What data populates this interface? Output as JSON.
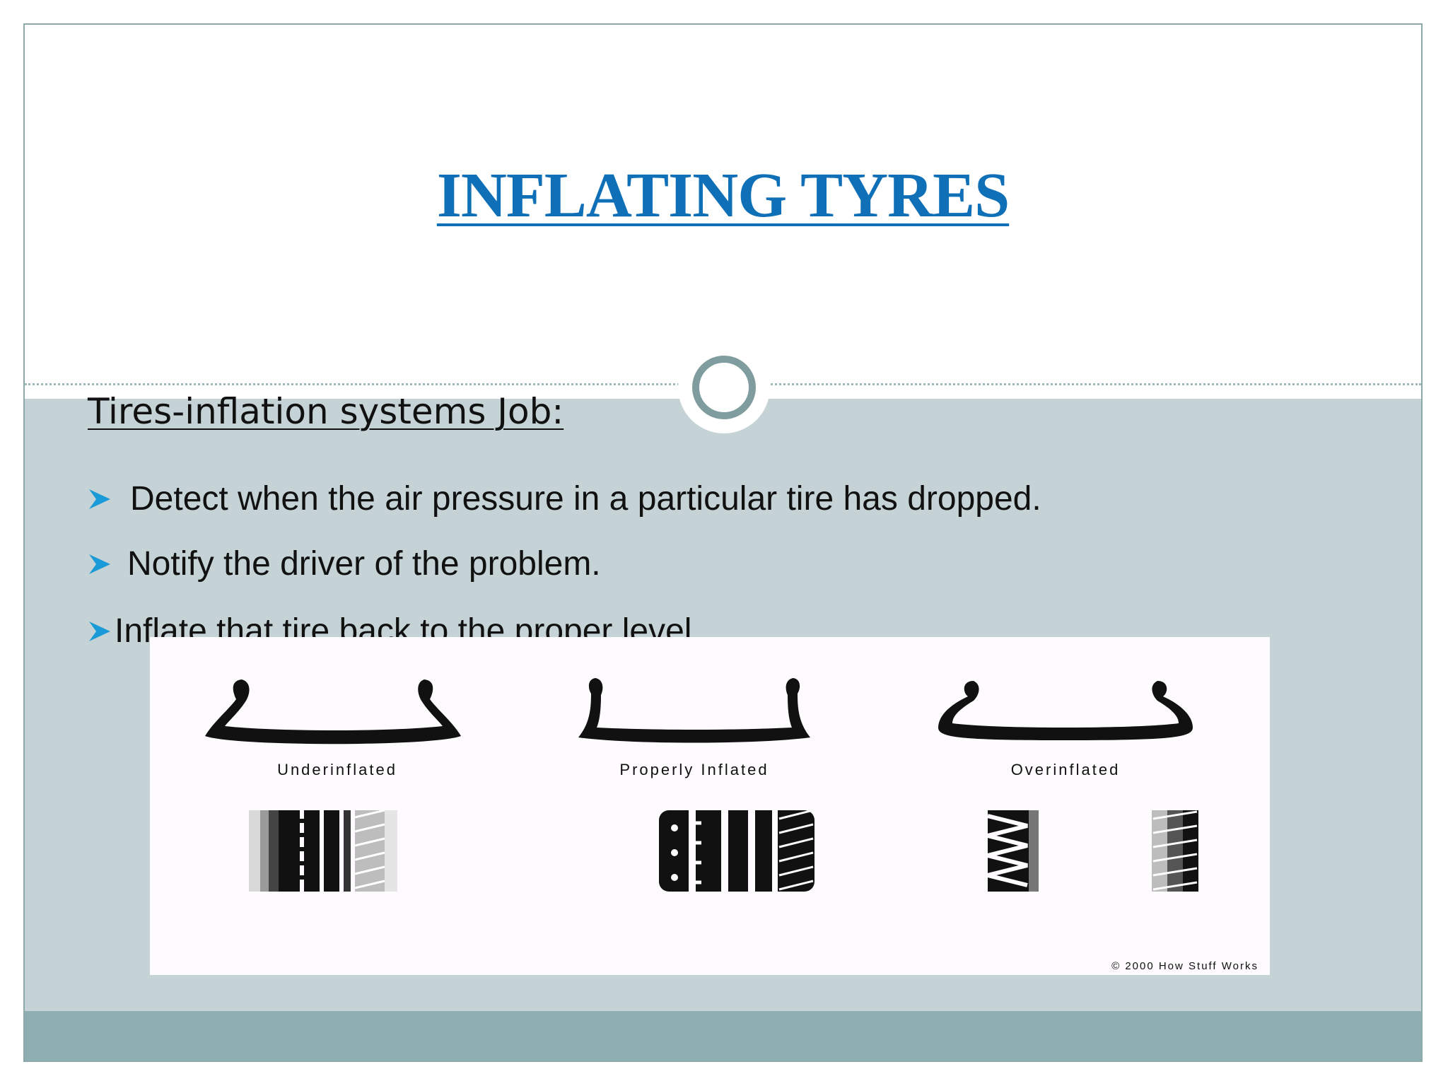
{
  "slide": {
    "title": "INFLATING TYRES",
    "subheading": "Tires-inflation systems Job:",
    "bullets": [
      "Detect when the air pressure in a particular tire has dropped.",
      "Notify the driver of the problem.",
      "Inflate that tire back to the proper level"
    ],
    "bullet_icon": "arrow-bullet-icon",
    "bullet_color": "#1a9ad6"
  },
  "figure": {
    "labels": [
      "Underinflated",
      "Properly Inflated",
      "Overinflated"
    ],
    "copyright": "© 2000 How Stuff Works"
  },
  "colors": {
    "title": "#0f6fb7",
    "content_band": "#c5d3d6",
    "footer_band": "#8faeb1",
    "ring": "#7f9c9e"
  }
}
